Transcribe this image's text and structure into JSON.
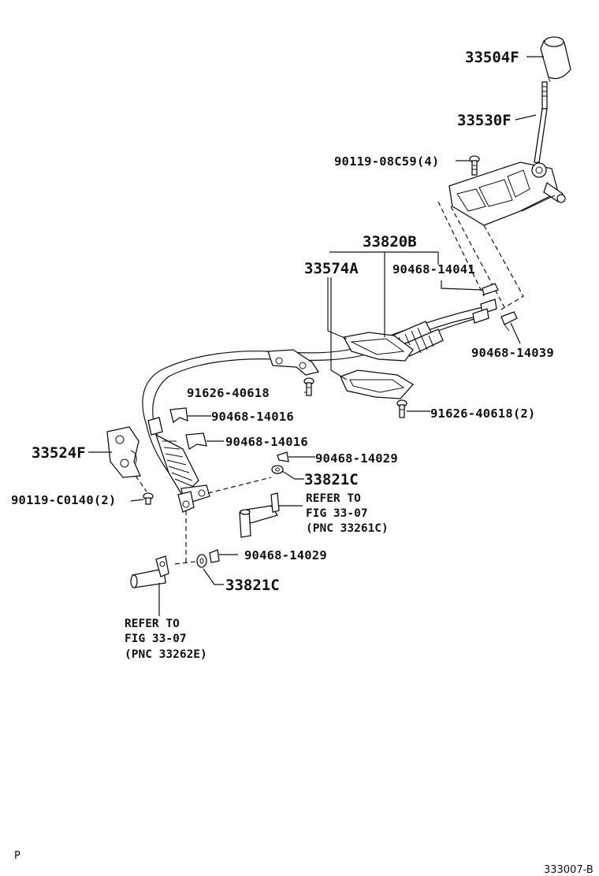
{
  "labels": {
    "l33504F": "33504F",
    "l33530F": "33530F",
    "l90119_08C59": "90119-08C59(4)",
    "l33820B": "33820B",
    "l33574A": "33574A",
    "l90468_14041": "90468-14041",
    "l90468_14039": "90468-14039",
    "l91626_40618": "91626-40618",
    "l91626_40618_2": "91626-40618(2)",
    "l90468_14016_a": "90468-14016",
    "l90468_14016_b": "90468-14016",
    "l33524F": "33524F",
    "l90468_14029_a": "90468-14029",
    "l33821C_a": "33821C",
    "l90119_C0140": "90119-C0140(2)",
    "ref1_line1": "REFER TO",
    "ref1_line2": "FIG 33-07",
    "ref1_line3": "(PNC 33261C)",
    "l90468_14029_b": "90468-14029",
    "l33821C_b": "33821C",
    "ref2_line1": "REFER TO",
    "ref2_line2": "FIG 33-07",
    "ref2_line3": "(PNC 33262E)"
  },
  "footer": {
    "corner_mark": "P",
    "figure_code": "333007-B"
  }
}
